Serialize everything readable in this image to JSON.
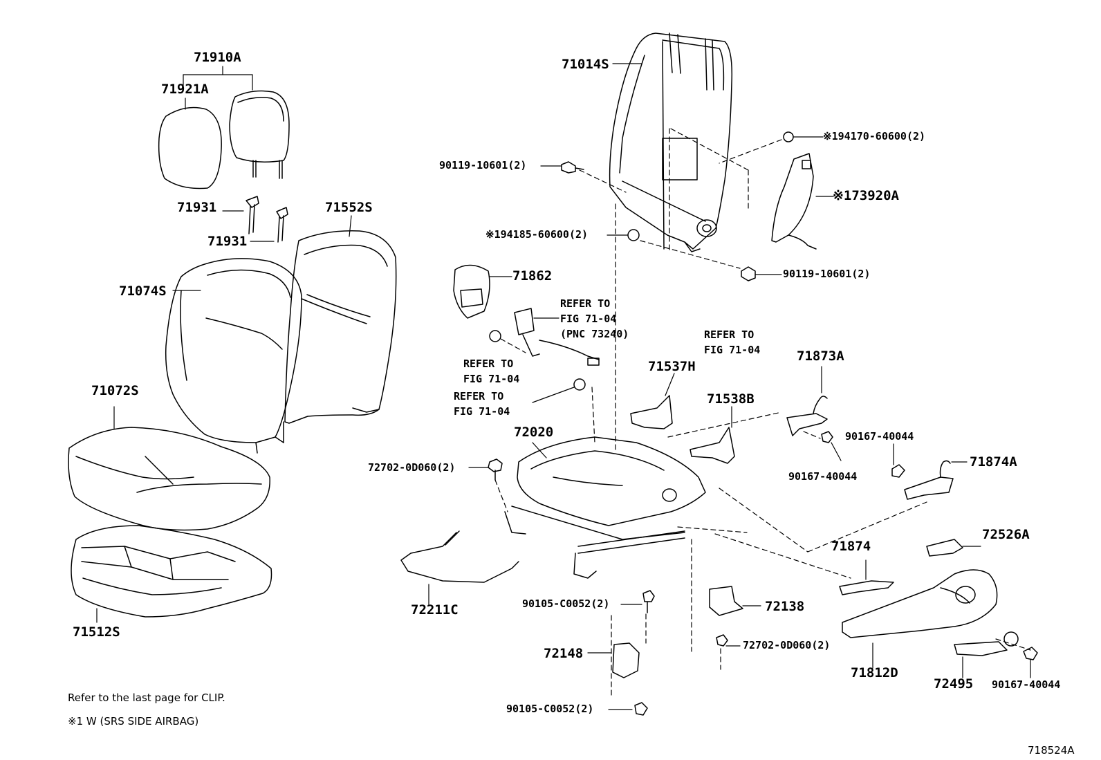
{
  "labels": {
    "p71910A": "71910A",
    "p71921A": "71921A",
    "p71931a": "71931",
    "p71931b": "71931",
    "p71552S": "71552S",
    "p71074S": "71074S",
    "p71072S": "71072S",
    "p71512S": "71512S",
    "p71014S": "71014S",
    "b90119a": "90119-10601(2)",
    "n194170": "※194170-60600(2)",
    "p73920A": "※173920A",
    "n194185": "※194185-60600(2)",
    "b90119b": "90119-10601(2)",
    "p71862": "71862",
    "p71537H": "71537H",
    "p71538B": "71538B",
    "p71873A": "71873A",
    "b90167a": "90167-40044",
    "b90167b": "90167-40044",
    "p71874A": "71874A",
    "p72020": "72020",
    "b72702a": "72702-0D060(2)",
    "p72526A": "72526A",
    "p71874": "71874",
    "p72211C": "72211C",
    "b90105a": "90105-C0052(2)",
    "p72138": "72138",
    "p72148": "72148",
    "b72702b": "72702-0D060(2)",
    "p71812D": "71812D",
    "p72495": "72495",
    "b90167c": "90167-40044",
    "b90105b": "90105-C0052(2)"
  },
  "refs": {
    "r1": {
      "line1": "REFER TO",
      "line2": "FIG 71-04",
      "line3": "(PNC 73240)"
    },
    "r2": {
      "line1": "REFER TO",
      "line2": "FIG 71-04"
    },
    "r3": {
      "line1": "REFER TO",
      "line2": "FIG 71-04"
    },
    "r4": {
      "line1": "REFER TO",
      "line2": "FIG 71-04"
    }
  },
  "notes": {
    "clip": "Refer to the last page for CLIP.",
    "airbag": "※1 W (SRS  SIDE  AIRBAG)"
  },
  "figure_number": "718524A"
}
